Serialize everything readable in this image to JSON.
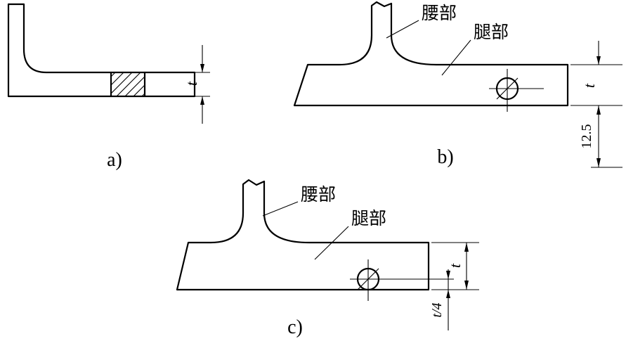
{
  "page": {
    "background": "#ffffff",
    "ink": "#000000"
  },
  "figures": {
    "a": {
      "caption": "a)",
      "dim_thickness": "t"
    },
    "b": {
      "caption": "b)",
      "web_label": "腰部",
      "flange_label": "腿部",
      "dim_thickness": "t",
      "dim_offset": "12.5"
    },
    "c": {
      "caption": "c)",
      "web_label": "腰部",
      "flange_label": "腿部",
      "dim_thickness": "t",
      "dim_offset": "t/4"
    }
  }
}
